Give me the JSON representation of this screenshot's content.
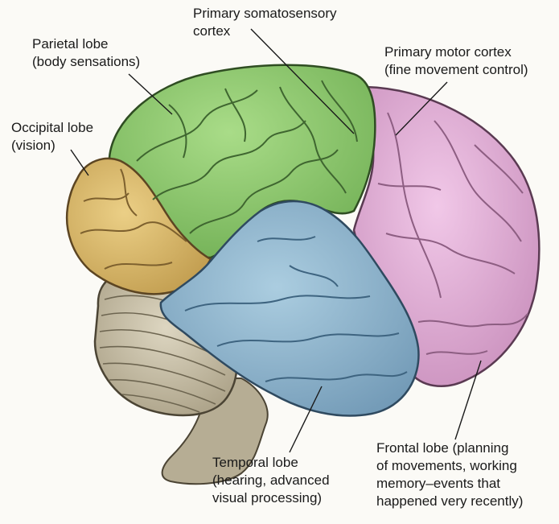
{
  "labels": {
    "parietal": [
      "Parietal lobe",
      "(body sensations)"
    ],
    "somatosensory": [
      "Primary somatosensory",
      "cortex"
    ],
    "motor": [
      "Primary motor cortex",
      "(fine movement control)"
    ],
    "occipital": [
      "Occipital lobe",
      "(vision)"
    ],
    "temporal": [
      "Temporal lobe",
      "(hearing, advanced",
      "visual processing)"
    ],
    "frontal": [
      "Frontal lobe (planning",
      "of movements, working",
      "memory–events that",
      "happened very recently)"
    ]
  },
  "colors": {
    "parietal_green": "#8fcb6e",
    "occipital_yellow": "#d9b868",
    "temporal_blue": "#8eb4cc",
    "frontal_pink": "#deaad2",
    "cerebellum": "#c9c1a9",
    "brainstem": "#b5ac93"
  }
}
